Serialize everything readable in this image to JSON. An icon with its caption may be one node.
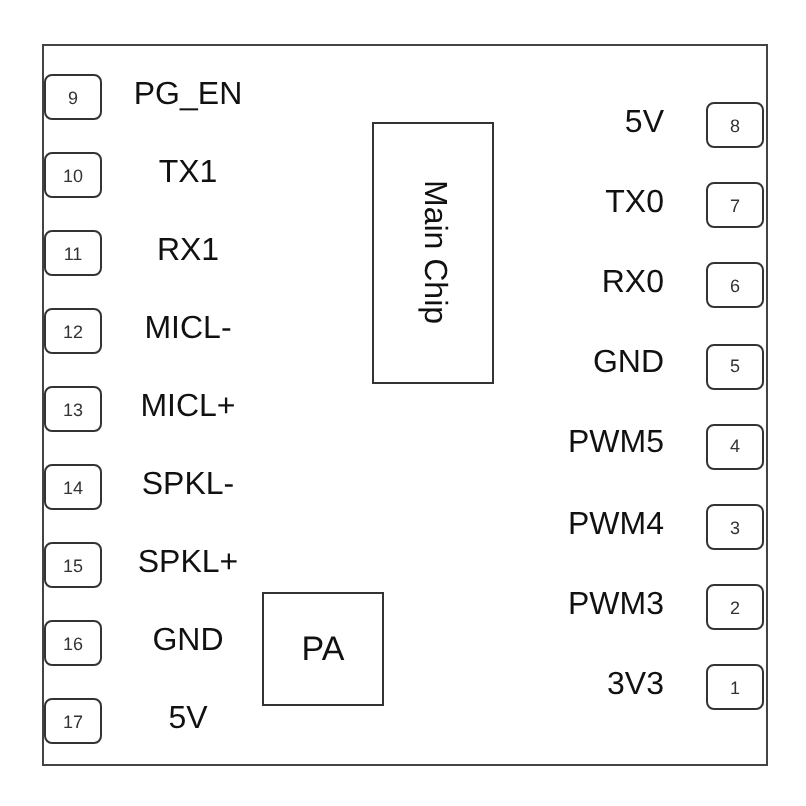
{
  "diagram": {
    "nodes": [
      {
        "text": [],
        "shape": "box"
      },
      {
        "text": [
          "9"
        ],
        "beside": [
          "PG_EN"
        ],
        "in": 0
      },
      {
        "text": [
          "10"
        ],
        "beside": [
          "TX1"
        ],
        "in": 0
      },
      {
        "text": [
          "11"
        ],
        "beside": [
          "RX1"
        ],
        "in": 0
      },
      {
        "text": [
          "12"
        ],
        "beside": [
          "MICL-"
        ],
        "in": 0
      },
      {
        "text": [
          "13"
        ],
        "beside": [
          "MICL+"
        ],
        "in": 0
      },
      {
        "text": [
          "14"
        ],
        "beside": [
          "SPKL-"
        ],
        "in": 0
      },
      {
        "text": [
          "15"
        ],
        "beside": [
          "SPKL+"
        ],
        "in": 0
      },
      {
        "text": [
          "16"
        ],
        "beside": [
          "GND"
        ],
        "in": 0
      },
      {
        "text": [
          "17"
        ],
        "beside": [
          "5V"
        ],
        "in": 0
      },
      {
        "text": [
          "Main Chip"
        ],
        "in": 0
      },
      {
        "text": [
          "8"
        ],
        "beside": [
          "5V"
        ],
        "in": 0
      },
      {
        "text": [
          "7"
        ],
        "beside": [
          "TX0"
        ],
        "in": 0
      },
      {
        "text": [
          "6"
        ],
        "beside": [
          "RX0"
        ],
        "in": 0
      },
      {
        "text": [
          "5"
        ],
        "beside": [
          "GND"
        ],
        "in": 0
      },
      {
        "text": [
          "4"
        ],
        "beside": [
          "PWM5"
        ],
        "in": 0
      },
      {
        "text": [
          "3"
        ],
        "beside": [
          "PWM4"
        ],
        "in": 0
      },
      {
        "text": [
          "2"
        ],
        "beside": [
          "PWM3"
        ],
        "in": 0
      },
      {
        "text": [
          "1"
        ],
        "beside": [
          "3V3"
        ],
        "in": 0
      },
      {
        "text": [
          "PA"
        ],
        "in": 0
      }
    ],
    "edges": []
  }
}
